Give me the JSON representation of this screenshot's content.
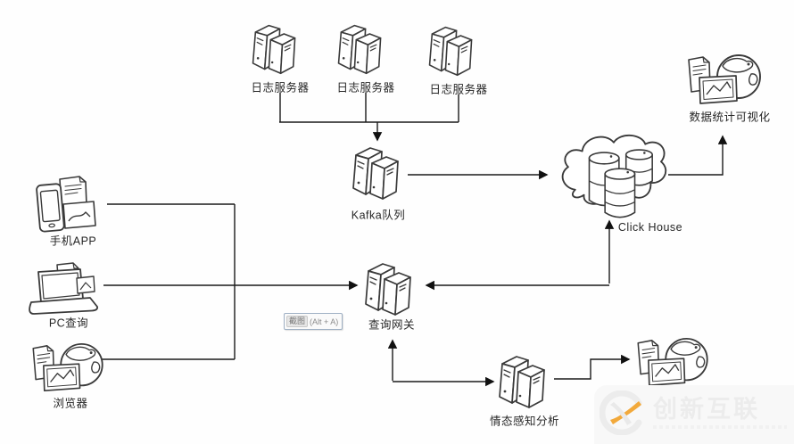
{
  "diagram_title": "log-analytics-architecture",
  "nodes": {
    "log_server_1": "日志服务器",
    "log_server_2": "日志服务器",
    "log_server_3": "日志服务器",
    "kafka": "Kafka队列",
    "clickhouse": "Click House",
    "visualization": "数据统计可视化",
    "mobile_app": "手机APP",
    "pc_query": "PC查询",
    "browser": "浏览器",
    "query_gateway": "查询网关",
    "sentiment": "情态感知分析"
  },
  "edges": [
    {
      "from": "log_server_1",
      "to": "kafka",
      "bidirectional": false
    },
    {
      "from": "log_server_2",
      "to": "kafka",
      "bidirectional": false
    },
    {
      "from": "log_server_3",
      "to": "kafka",
      "bidirectional": false
    },
    {
      "from": "kafka",
      "to": "clickhouse",
      "bidirectional": false
    },
    {
      "from": "clickhouse",
      "to": "visualization",
      "bidirectional": false
    },
    {
      "from": "query_gateway",
      "to": "clickhouse",
      "bidirectional": true
    },
    {
      "from": "mobile_app",
      "to": "query_gateway",
      "bidirectional": false
    },
    {
      "from": "pc_query",
      "to": "query_gateway",
      "bidirectional": false
    },
    {
      "from": "browser",
      "to": "query_gateway",
      "bidirectional": false
    },
    {
      "from": "query_gateway",
      "to": "sentiment",
      "bidirectional": true
    },
    {
      "from": "sentiment",
      "to": "web_result_icon",
      "bidirectional": false
    }
  ],
  "tooltip": {
    "key": "截图",
    "suffix": "(Alt + A)"
  },
  "watermark": {
    "text": "创新互联"
  },
  "colors": {
    "ink": "#1a1a1a",
    "sketch_stroke": "#3a3a3a",
    "watermark_orange": "#f2a93b",
    "watermark_gray": "#ececec",
    "tooltip_border": "#9fb0c4"
  }
}
